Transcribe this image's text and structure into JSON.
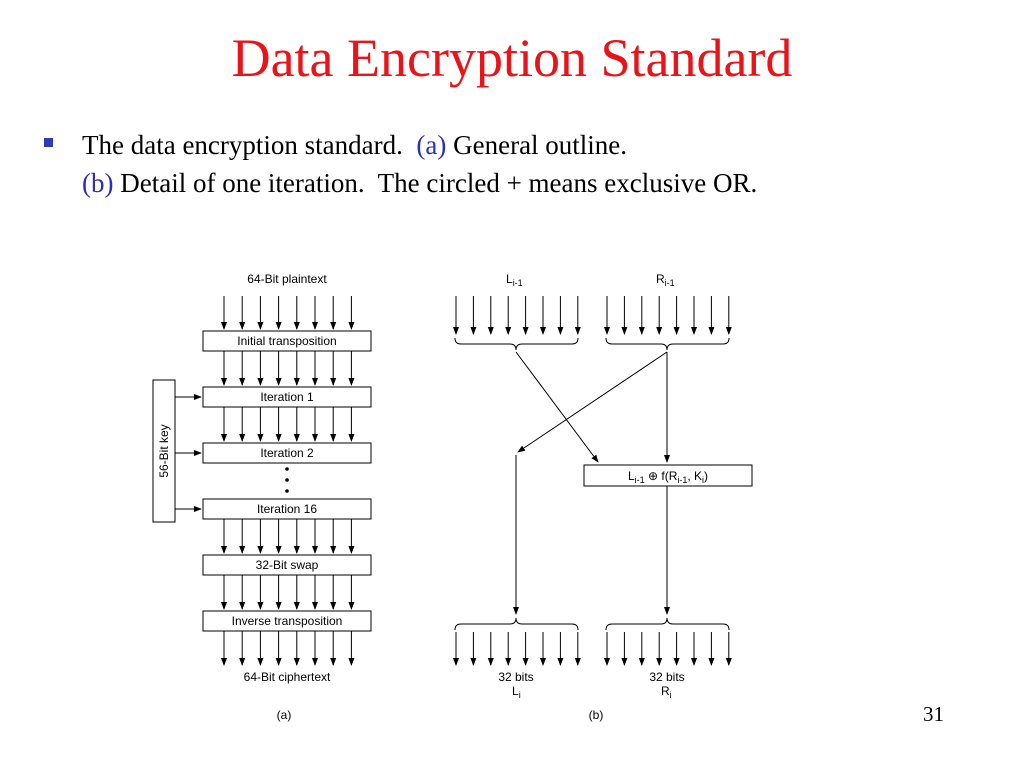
{
  "slide": {
    "title": "Data Encryption Standard",
    "bullet": {
      "line1_text": "The data encryption standard.  ",
      "line1_tag": "(a)",
      "line1_rest": " General outline.",
      "line2_tag": "(b)",
      "line2_rest": " Detail of one iteration.  The circled + means exclusive OR."
    },
    "page_number": "31"
  },
  "diagram_a": {
    "input_label": "64-Bit plaintext",
    "initial_transposition": "Initial transposition",
    "iteration_1": "Iteration 1",
    "iteration_2": "Iteration 2",
    "iteration_16": "Iteration 16",
    "swap": "32-Bit swap",
    "inverse_transposition": "Inverse transposition",
    "output_label": "64-Bit ciphertext",
    "key_label": "56-Bit key",
    "caption": "(a)"
  },
  "diagram_b": {
    "left_in": "L",
    "left_in_sub": "i-1",
    "right_in": "R",
    "right_in_sub": "i-1",
    "func_L": "L",
    "func_L_sub": "i-1",
    "func_op": " ⊕ f(R",
    "func_R_sub": "i-1",
    "func_mid": ", K",
    "func_K_sub": "i",
    "func_end": ")",
    "out_left_bits": "32 bits",
    "out_left": "L",
    "out_left_sub": "i",
    "out_right_bits": "32 bits",
    "out_right": "R",
    "out_right_sub": "i",
    "caption": "(b)"
  }
}
